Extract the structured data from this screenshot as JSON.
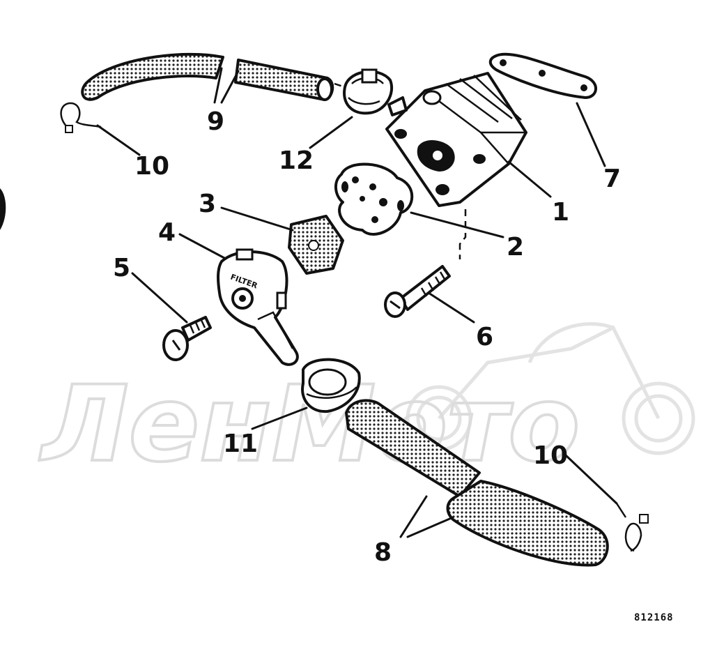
{
  "diagram": {
    "callouts": {
      "c1": "1",
      "c2": "2",
      "c3": "3",
      "c4": "4",
      "c5": "5",
      "c6": "6",
      "c7": "7",
      "c8": "8",
      "c9": "9",
      "c10_left": "10",
      "c10_right": "10",
      "c11": "11",
      "c12": "12"
    },
    "filter_label": "FILTER",
    "reference_code": "812168",
    "watermark": "ЛенМото"
  },
  "colors": {
    "ink": "#111111",
    "paper": "#ffffff",
    "watermark": "#d9d9d9"
  }
}
